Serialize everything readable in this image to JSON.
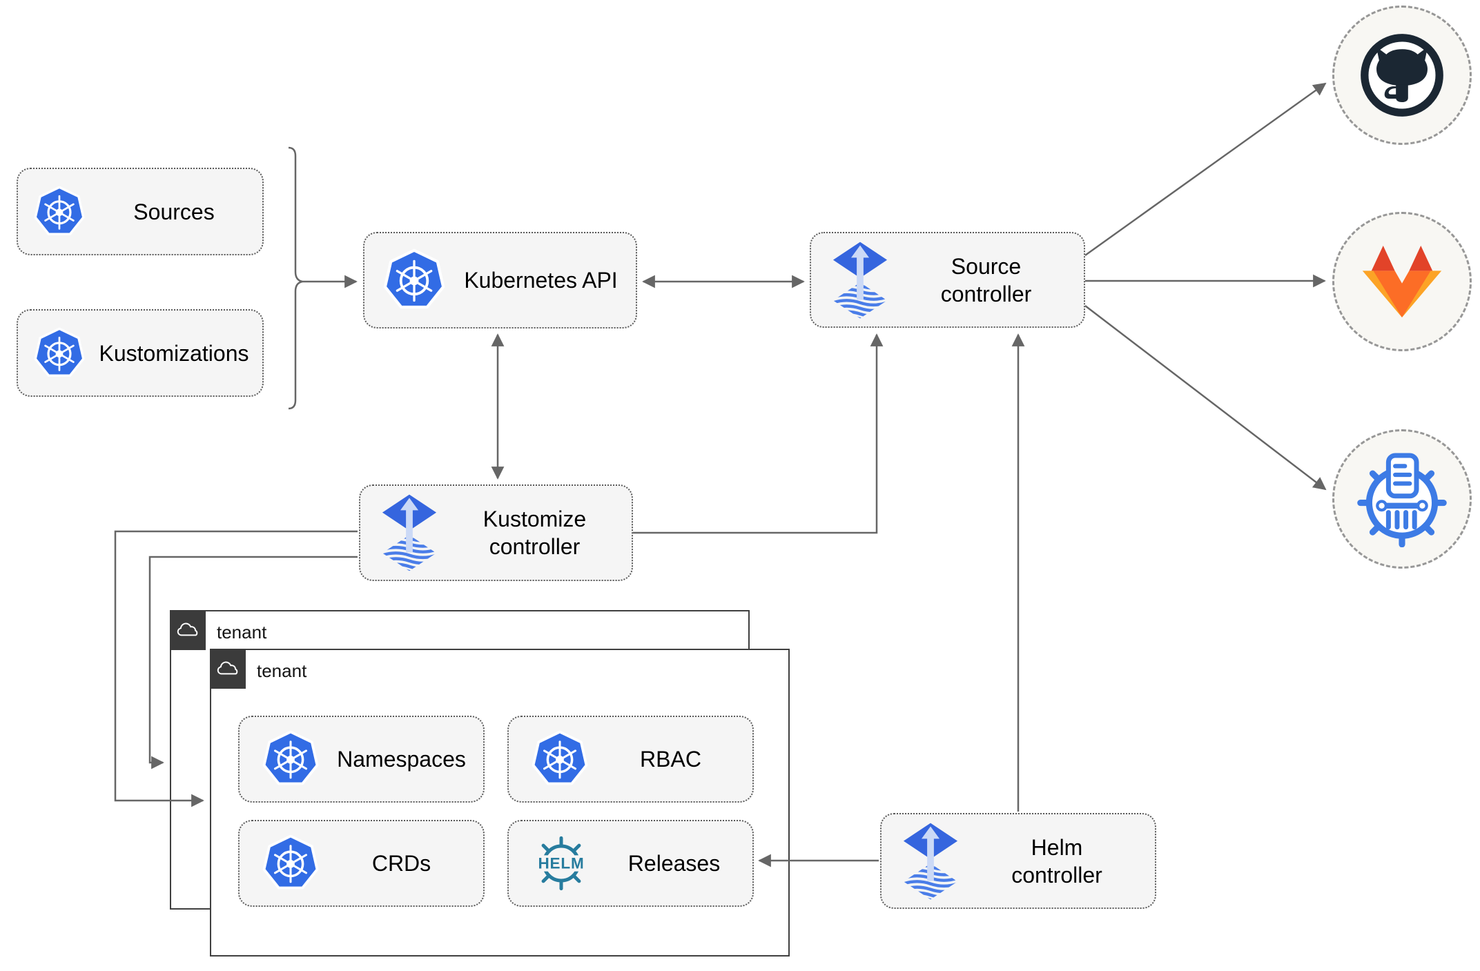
{
  "nodes": {
    "sources": {
      "label": "Sources",
      "icon": "kubernetes-icon"
    },
    "kustomizations": {
      "label": "Kustomizations",
      "icon": "kubernetes-icon"
    },
    "kubernetes_api": {
      "label": "Kubernetes API",
      "icon": "kubernetes-icon"
    },
    "source_controller": {
      "label": "Source\ncontroller",
      "icon": "flux-icon"
    },
    "kustomize_controller": {
      "label": "Kustomize\ncontroller",
      "icon": "flux-icon"
    },
    "helm_controller": {
      "label": "Helm\ncontroller",
      "icon": "flux-icon"
    },
    "namespaces": {
      "label": "Namespaces",
      "icon": "kubernetes-icon"
    },
    "rbac": {
      "label": "RBAC",
      "icon": "kubernetes-icon"
    },
    "crds": {
      "label": "CRDs",
      "icon": "kubernetes-icon"
    },
    "releases": {
      "label": "Releases",
      "icon": "helm-icon",
      "icon_text": "HELM"
    }
  },
  "groups": {
    "tenant_back": {
      "label": "tenant",
      "icon": "cloud-icon"
    },
    "tenant_front": {
      "label": "tenant",
      "icon": "cloud-icon"
    }
  },
  "endpoints": {
    "github": {
      "icon": "github-icon"
    },
    "gitlab": {
      "icon": "gitlab-icon"
    },
    "registry": {
      "icon": "chartmuseum-icon"
    }
  },
  "colors": {
    "kubernetes_blue": "#326CE5",
    "flux_blue": "#3565DE",
    "flux_wave_blue": "#4A7DE8",
    "flux_arrow_light": "#CBD9F6",
    "helm_teal": "#277C9E",
    "github_dark": "#1B2733",
    "gitlab_red": "#E24329",
    "gitlab_orange": "#FC6D26",
    "gitlab_yellow": "#FCA326",
    "registry_blue": "#3D7BE5",
    "edge_gray": "#666666",
    "node_fill": "#F5F5F5",
    "tenant_tab_dark": "#3B3B3B"
  }
}
